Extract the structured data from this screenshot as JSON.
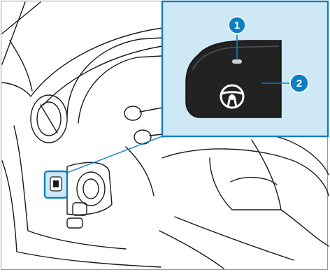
{
  "diagram": {
    "callouts": [
      {
        "number": "1",
        "meaning": "indicator-lamp"
      },
      {
        "number": "2",
        "meaning": "steering-wheel-button"
      }
    ],
    "colors": {
      "accent": "#0E7FC2",
      "inset_background": "#CFE8F5",
      "button_dark": "#222222",
      "line_art": "#1a1a1a"
    }
  }
}
